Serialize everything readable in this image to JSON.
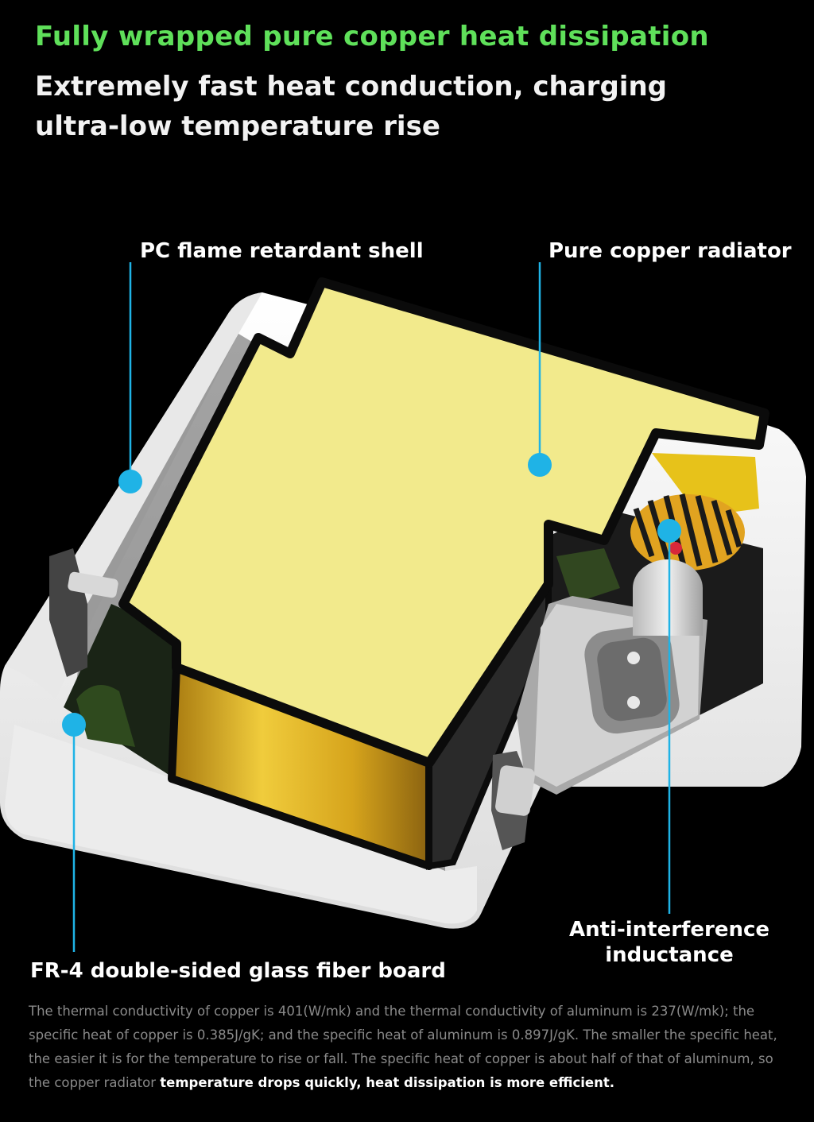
{
  "headline": "Fully wrapped pure copper heat dissipation",
  "subhead": "Extremely fast heat conduction, charging ultra-low temperature rise",
  "callouts": {
    "shell": "PC flame retardant shell",
    "copper": "Pure copper radiator",
    "inductance": "Anti-interference inductance",
    "board": "FR-4 double-sided glass fiber board"
  },
  "body": {
    "text": "The thermal conductivity of copper is 401(W/mk) and the thermal conductivity of aluminum is 237(W/mk); the specific heat of copper is 0.385J/gK; and the specific heat of aluminum is 0.897J/gK. The smaller the specific heat, the easier it is for the temperature to rise or fall. The specific heat of copper is about half of that of aluminum, so the copper radiator ",
    "emphasis": "temperature drops quickly, heat dissipation is more efficient."
  },
  "colors": {
    "headline": "#5fe05a",
    "accent_line": "#1fb3e6",
    "copper_top": "#f2ea8c",
    "copper_side": "#d9a818",
    "shell": "#f4f4f4"
  }
}
